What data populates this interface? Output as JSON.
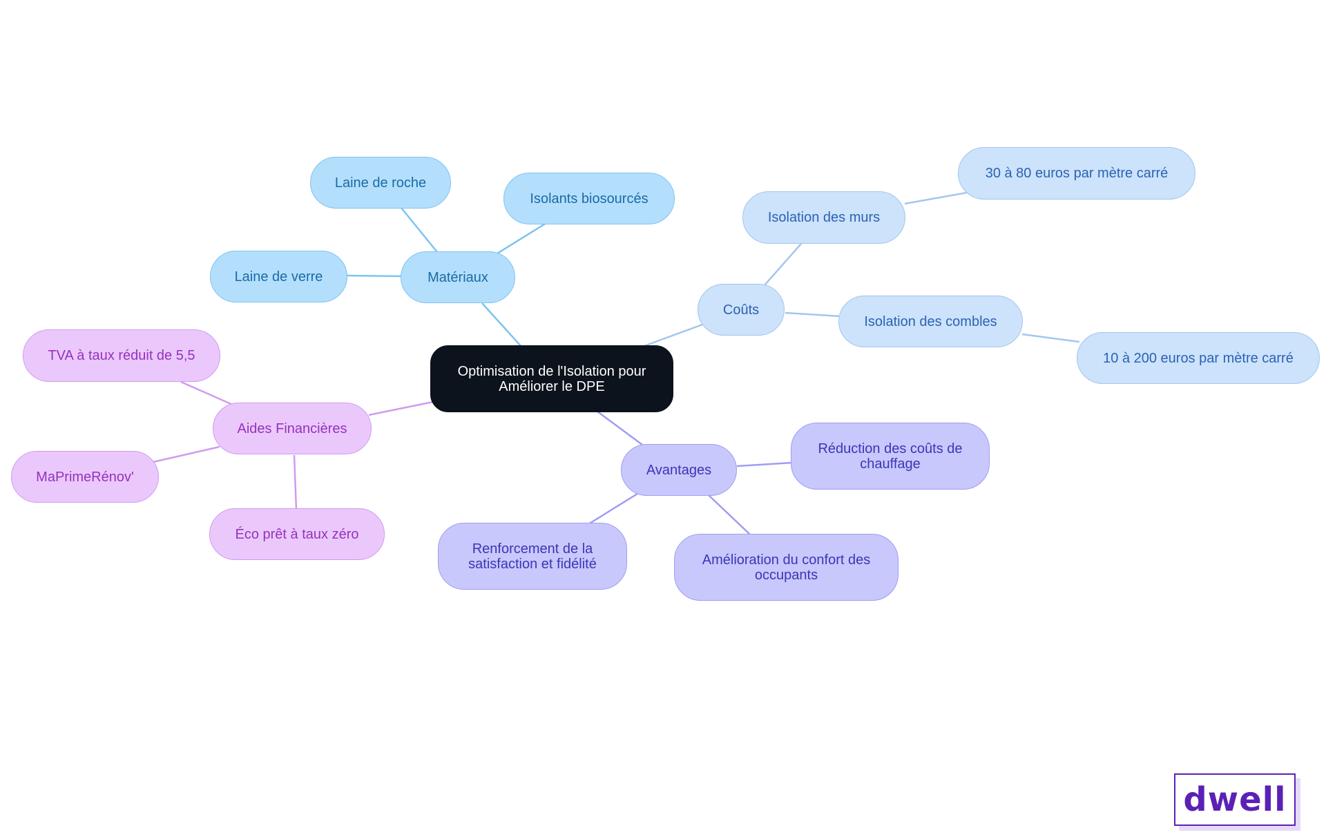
{
  "center": {
    "label": "Optimisation de l'Isolation pour Améliorer le DPE"
  },
  "branches": {
    "materiaux": {
      "label": "Matériaux",
      "children": [
        "Laine de roche",
        "Isolants biosourcés",
        "Laine de verre"
      ]
    },
    "couts": {
      "label": "Coûts",
      "murs": {
        "label": "Isolation des murs",
        "detail": "30 à 80 euros par mètre carré"
      },
      "combles": {
        "label": "Isolation des combles",
        "detail": "10 à 200 euros par mètre carré"
      }
    },
    "avantages": {
      "label": "Avantages",
      "children": [
        "Réduction des coûts de chauffage",
        "Renforcement de la satisfaction et fidélité",
        "Amélioration du confort des occupants"
      ]
    },
    "aides": {
      "label": "Aides Financières",
      "children": [
        "TVA à taux réduit de 5,5",
        "MaPrimeRénov'",
        "Éco prêt à taux zéro"
      ]
    }
  },
  "logo": {
    "text": "dwell"
  },
  "colors": {
    "center": "#0d131c",
    "materiaux": "#b3dffc",
    "couts": "#cde2fb",
    "avantages": "#c8c8fc",
    "aides": "#ebc8fb"
  }
}
